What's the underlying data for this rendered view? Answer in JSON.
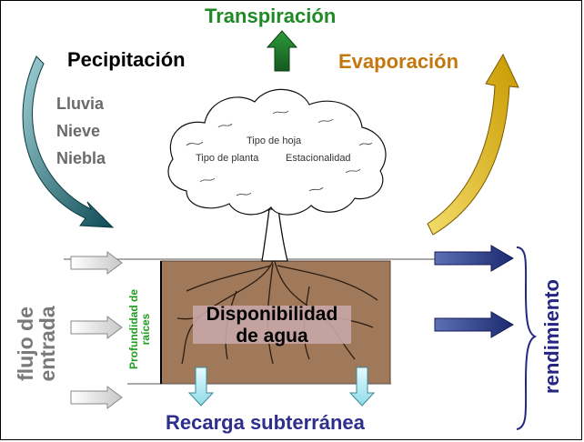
{
  "labels": {
    "transpiracion": "Transpiración",
    "precipitacion": "Pecipitación",
    "evaporacion": "Evaporación",
    "precip_items": [
      "Lluvia",
      "Nieve",
      "Niebla"
    ],
    "tree": [
      "Tipo de hoja",
      "Tipo de planta",
      "Estacionalidad"
    ],
    "flujo": "flujo de entrada",
    "profundidad": "Profundidad de raíces",
    "disponibilidad": "Disponibilidad de agua",
    "recarga": "Recarga subterránea",
    "rendimiento": "rendimiento"
  },
  "colors": {
    "transpiration_green": "#1f8a25",
    "evaporation_orange": "#c2780e",
    "navy": "#262682",
    "soil": "#a0785a",
    "highlight_pink": "#c8a6a6"
  }
}
